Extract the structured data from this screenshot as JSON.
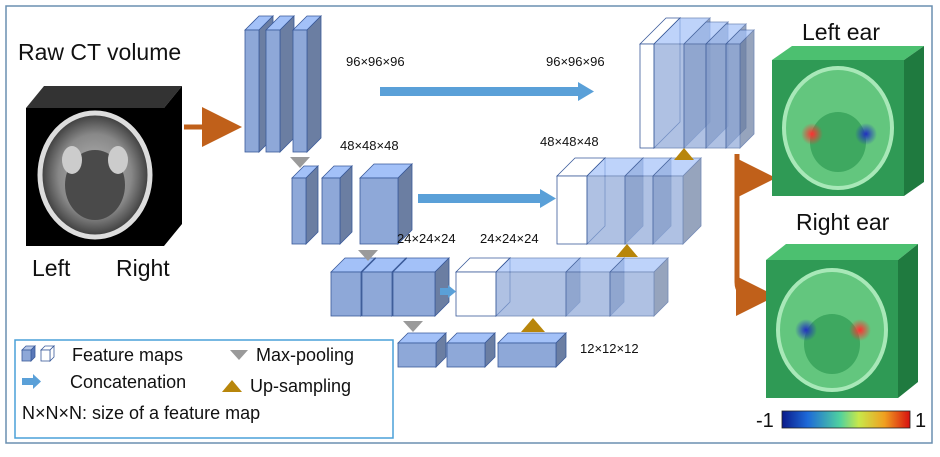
{
  "input": {
    "title": "Raw CT volume",
    "left_label": "Left",
    "right_label": "Right"
  },
  "outputs": {
    "left_ear": "Left ear",
    "right_ear": "Right ear"
  },
  "dims": {
    "enc1": "96×96×96",
    "dec1": "96×96×96",
    "enc2": "48×48×48",
    "dec2": "48×48×48",
    "enc3": "24×24×24",
    "dec3": "24×24×24",
    "bottleneck": "12×12×12"
  },
  "legend": {
    "feature_maps": "Feature maps",
    "max_pooling": "Max-pooling",
    "concatenation": "Concatenation",
    "up_sampling": "Up-sampling",
    "size_note": "N×N×N: size of a feature map"
  },
  "colorbar": {
    "min": "-1",
    "max": "1"
  },
  "colors": {
    "block": "#8ea8d8",
    "block_edge": "#3a5a9a",
    "concat_arrow": "#5aa0d8",
    "flow_arrow": "#c0601a",
    "pool_marker": "#9a9a9a",
    "upsample_marker": "#b8860b",
    "output_green": "#2f9a55",
    "border": "#6a8fb0"
  }
}
